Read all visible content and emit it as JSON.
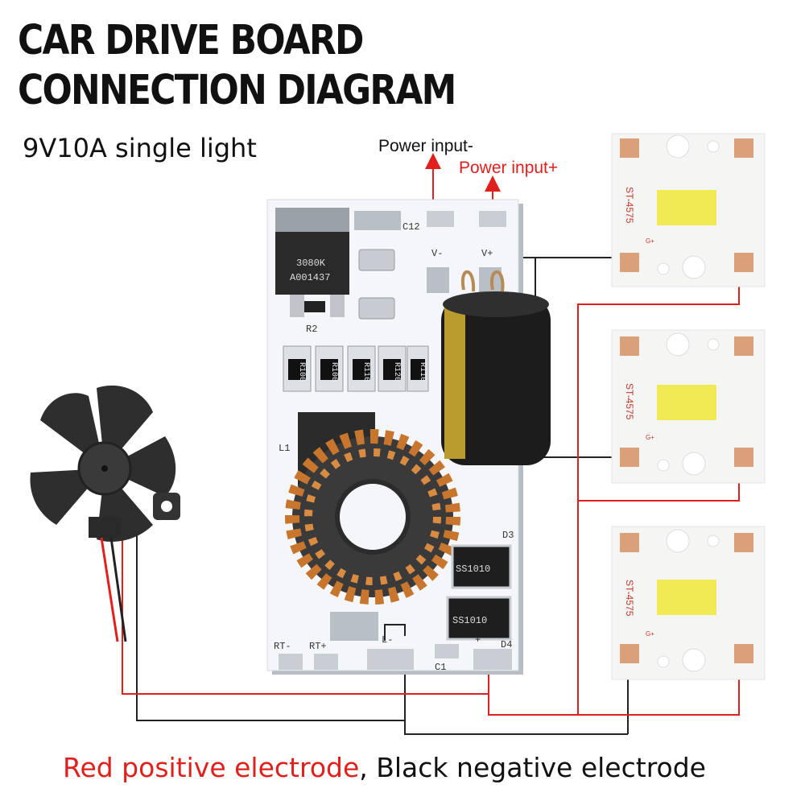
{
  "title": {
    "line1": "CAR DRIVE BOARD",
    "line2": "CONNECTION DIAGRAM"
  },
  "subtitle": "9V10A single light",
  "labels": {
    "power_minus": "Power input-",
    "power_plus": "Power input+"
  },
  "footer": {
    "red_part": "Red positive electrode",
    "separator": ", ",
    "black_part": "Black negative electrode"
  },
  "board_markings": {
    "transistor": "3080K",
    "transistor_code": "A001437",
    "resistor_r2": "R2",
    "resistors": [
      "R100",
      "R100",
      "R110",
      "R120",
      "R110"
    ],
    "cap_c12": "C12",
    "pad_v_minus": "V-",
    "pad_v_plus": "V+",
    "inductor": "L1",
    "diode1": "SS1010",
    "diode2": "SS1010",
    "diode_d3": "D3",
    "diode_d4": "D4",
    "pad_rt_minus": "RT-",
    "pad_rt_plus": "RT+",
    "pad_l_minus": "L-",
    "pad_l_plus": "+",
    "cap_c1": "C1"
  },
  "led_module_label": "ST-4575",
  "led_pad_label": "G+",
  "colors": {
    "positive_wire": "#e0201c",
    "negative_wire": "#222222",
    "pcb": "#f4f6fa",
    "led_chip": "#f2ea55",
    "copper": "#c8762d"
  }
}
